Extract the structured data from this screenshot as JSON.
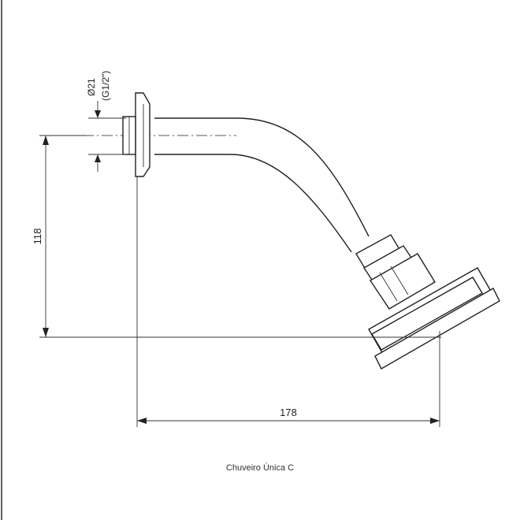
{
  "dimensions": {
    "diameter": "Ø21",
    "thread": "(G1/2\")",
    "height": "118",
    "length": "178"
  },
  "caption": "Chuveiro Única C"
}
